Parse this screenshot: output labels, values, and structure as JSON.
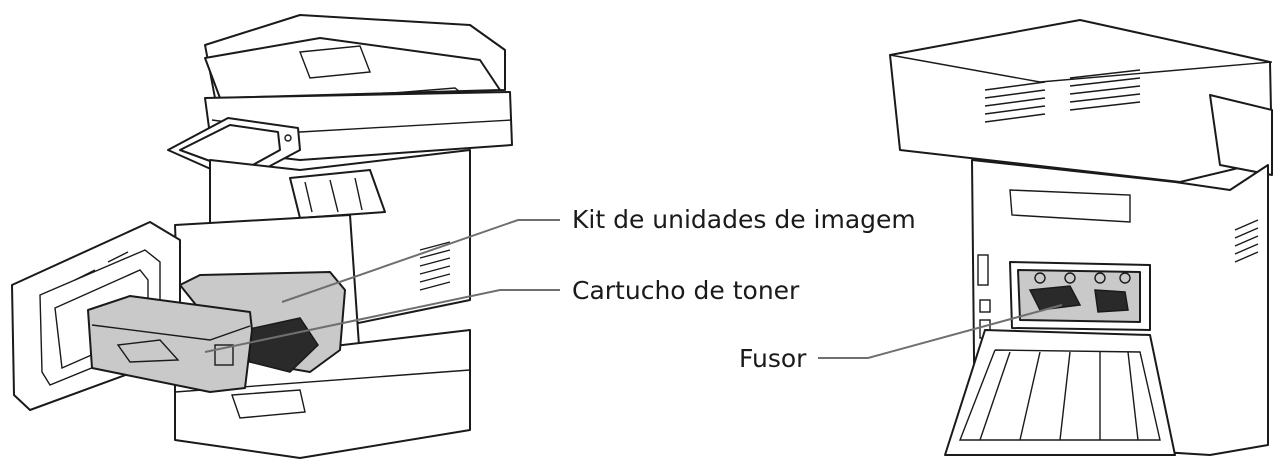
{
  "callouts": {
    "imaging_kit": "Kit de unidades de imagem",
    "toner_cartridge": "Cartucho de toner",
    "fuser": "Fusor"
  },
  "colors": {
    "outline": "#1a1a1a",
    "leader_line": "#6f6f6f",
    "highlight_part": "#c9c9c9"
  }
}
